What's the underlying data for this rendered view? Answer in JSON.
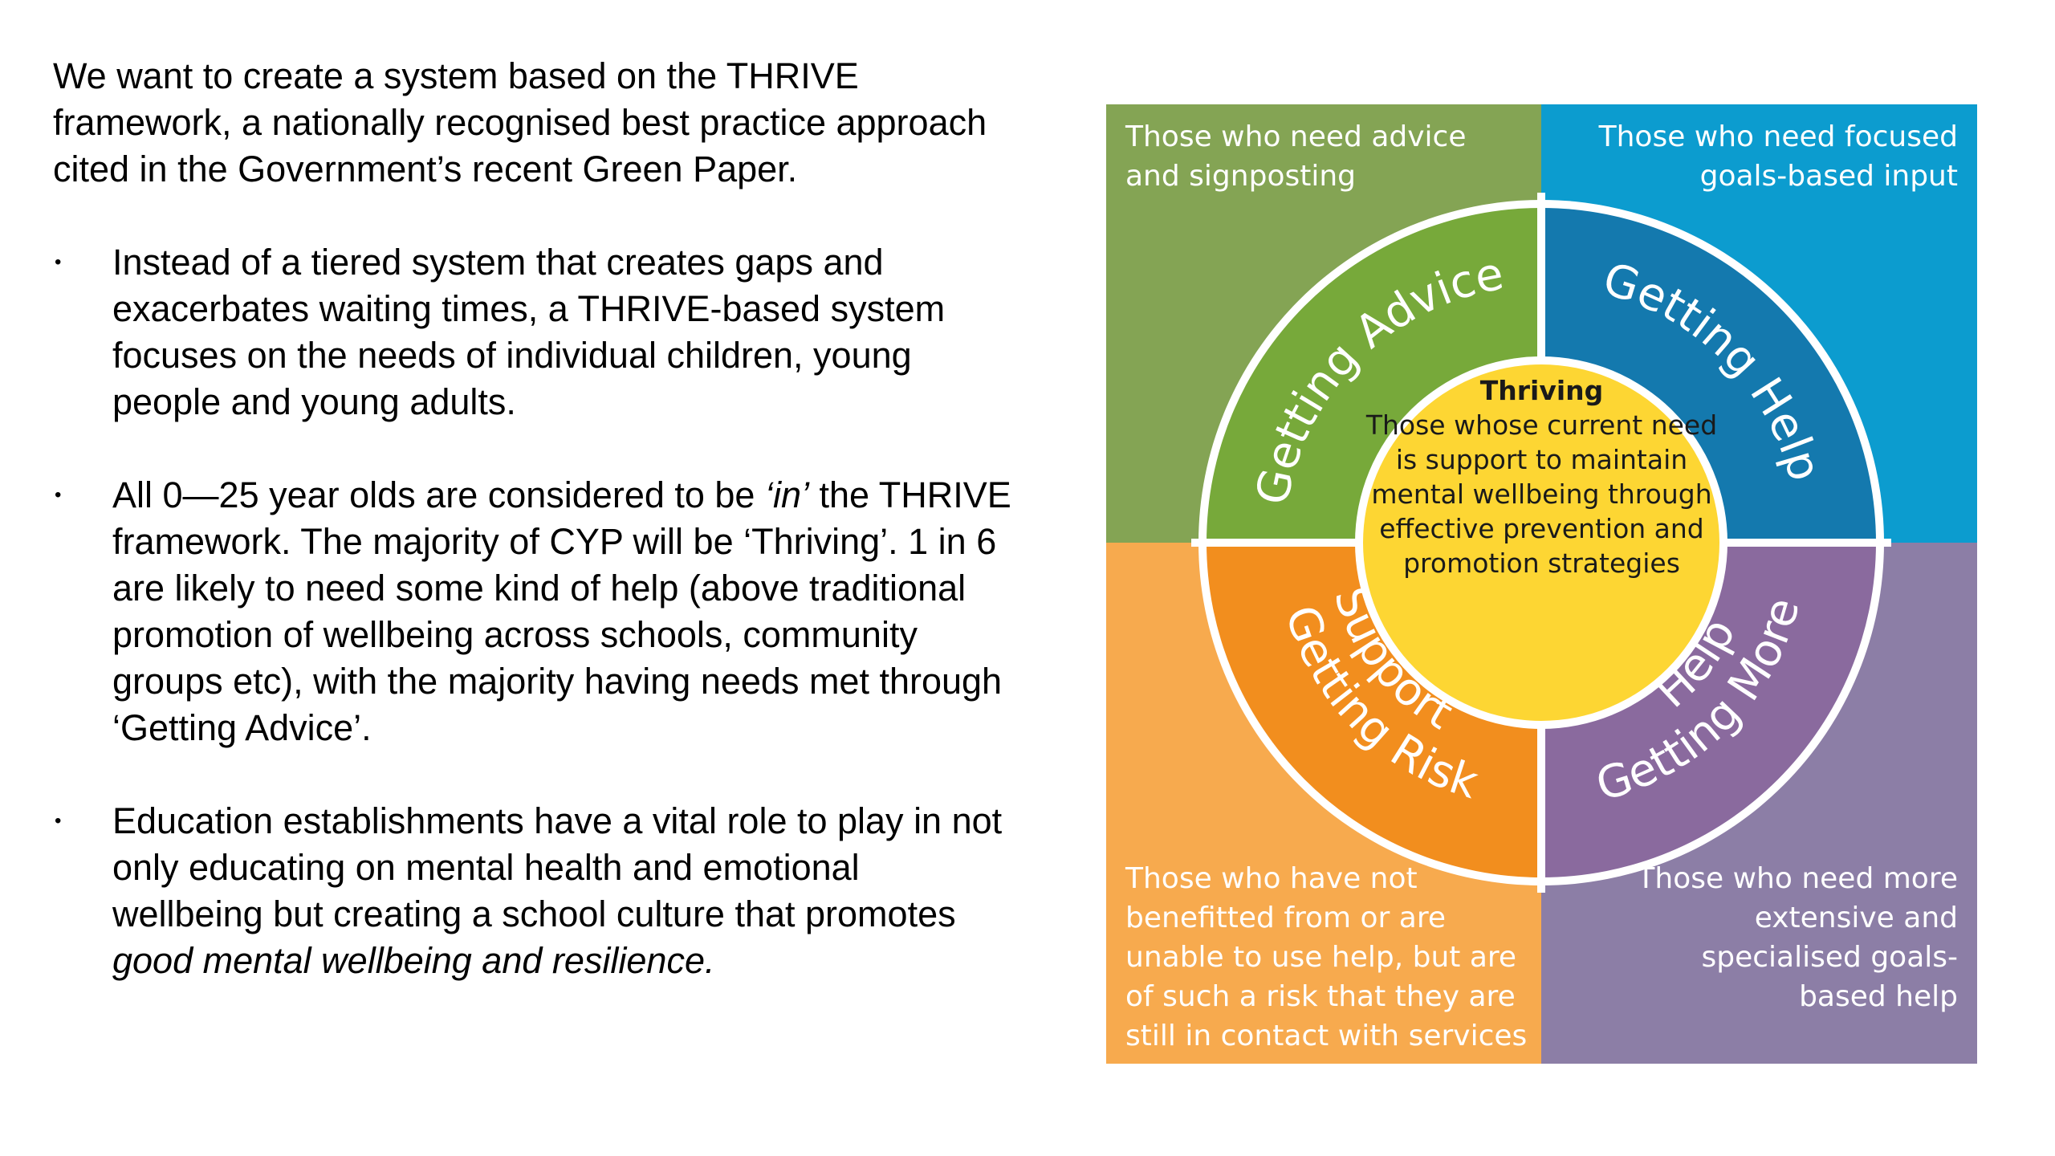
{
  "intro": {
    "text": "We want to create a system based on the THRIVE framework, a nationally recognised best practice approach cited in the Government’s recent Green Paper."
  },
  "bullets": [
    {
      "marker": "•",
      "text": "Instead of a tiered system that creates gaps and exacerbates waiting times, a THRIVE-based system focuses on the needs of individual children, young people and young adults."
    },
    {
      "marker": "•",
      "part1": "All 0—25 year olds are considered  to be ",
      "emph": "‘in’",
      "part2": " the THRIVE framework.  The majority of CYP will be ‘Thriving’.  1 in 6 are likely to need some kind of help (above traditional promotion of wellbeing across schools, community groups etc), with the majority having needs met through ‘Getting Advice’."
    },
    {
      "marker": "•",
      "part1": "Education establishments have a vital role to play in not only educating on mental health and emotional wellbeing but creating a school culture that promotes ",
      "emph": "good mental wellbeing and resilience."
    }
  ],
  "diagram": {
    "corners": {
      "top_left": "Those who need advice and signposting",
      "top_right": "Those who need focused goals-based input",
      "bottom_left": "Those who have not benefitted from or are unable to use help, but are of such a risk that they are still in contact with services",
      "bottom_right": "Those who need more extensive and specialised goals-based help"
    },
    "ring_labels": {
      "getting_advice": "Getting Advice",
      "getting_help": "Getting Help",
      "getting_risk_support_line1": "Getting Risk",
      "getting_risk_support_line2": "Support",
      "getting_more_help_line1": "Getting More",
      "getting_more_help_line2": "Help"
    },
    "center": {
      "title": "Thriving",
      "text": "Those whose current need is support to maintain mental wellbeing through effective prevention and promotion strategies"
    },
    "colors": {
      "top_left_bg": "#84A454",
      "top_right_bg": "#0C9CCF",
      "bottom_left_bg": "#F7AA4E",
      "bottom_right_bg": "#8C7EA6",
      "getting_advice": "#77A93A",
      "getting_help": "#1479AE",
      "getting_risk_support": "#F28E1E",
      "getting_more_help": "#8A6A9E",
      "thriving": "#FDD633"
    }
  }
}
